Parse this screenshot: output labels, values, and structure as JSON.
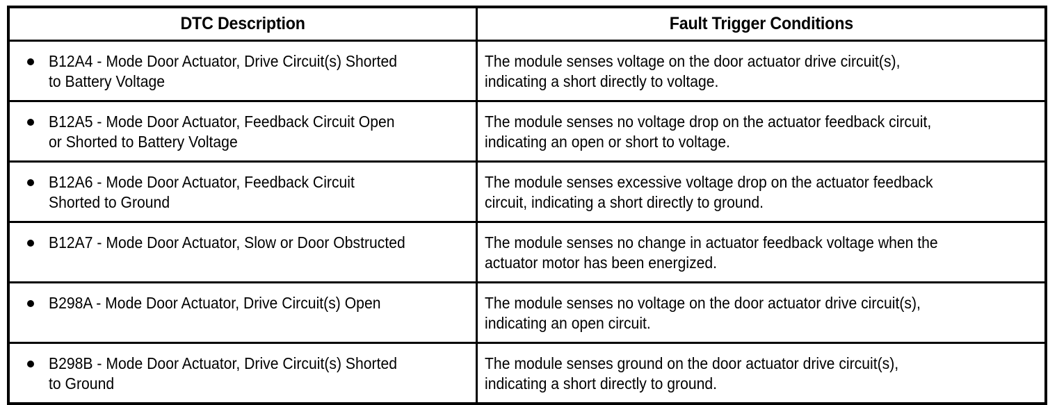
{
  "table": {
    "headers": {
      "dtc_description": "DTC Description",
      "fault_trigger_conditions": "Fault Trigger Conditions"
    },
    "colors": {
      "border": "#000000",
      "text": "#000000",
      "background": "#ffffff"
    },
    "rows": [
      {
        "bullet": "●",
        "dtc_code": "B12A4",
        "dtc_description": "B12A4 - Mode Door Actuator, Drive Circuit(s) Shorted\nto Battery Voltage",
        "fault_trigger_conditions": "The module senses voltage on the door actuator drive circuit(s),\nindicating a short directly to voltage."
      },
      {
        "bullet": "●",
        "dtc_code": "B12A5",
        "dtc_description": "B12A5 - Mode Door Actuator, Feedback Circuit Open\nor Shorted to Battery Voltage",
        "fault_trigger_conditions": "The module senses no voltage drop on the actuator feedback circuit,\nindicating an open or short to voltage."
      },
      {
        "bullet": "●",
        "dtc_code": "B12A6",
        "dtc_description": "B12A6 - Mode Door Actuator, Feedback Circuit\nShorted to Ground",
        "fault_trigger_conditions": "The module senses excessive voltage drop on the actuator feedback\ncircuit, indicating a short directly to ground."
      },
      {
        "bullet": "●",
        "dtc_code": "B12A7",
        "dtc_description": "B12A7 - Mode Door Actuator, Slow or Door Obstructed",
        "fault_trigger_conditions": "The module senses no change in actuator feedback voltage when the\nactuator motor has been energized."
      },
      {
        "bullet": "●",
        "dtc_code": "B298A",
        "dtc_description": "B298A - Mode Door Actuator, Drive Circuit(s) Open",
        "fault_trigger_conditions": "The module senses no voltage on the door actuator drive circuit(s),\nindicating an open circuit."
      },
      {
        "bullet": "●",
        "dtc_code": "B298B",
        "dtc_description": "B298B - Mode Door Actuator, Drive Circuit(s) Shorted\nto Ground",
        "fault_trigger_conditions": "The module senses ground on the door actuator drive circuit(s),\nindicating a short directly to ground."
      }
    ]
  }
}
